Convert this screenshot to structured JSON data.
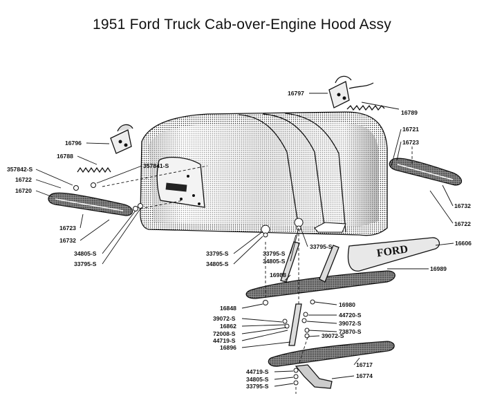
{
  "title": "1951 Ford Truck Cab-over-Engine Hood Assy",
  "parts": [
    {
      "id": "p16797",
      "label": "16797"
    },
    {
      "id": "p16789",
      "label": "16789"
    },
    {
      "id": "p16721",
      "label": "16721"
    },
    {
      "id": "p16723r",
      "label": "16723"
    },
    {
      "id": "p16732r",
      "label": "16732"
    },
    {
      "id": "p16722r",
      "label": "16722"
    },
    {
      "id": "p16606",
      "label": "16606"
    },
    {
      "id": "p16989",
      "label": "16989"
    },
    {
      "id": "p16796",
      "label": "16796"
    },
    {
      "id": "p16788",
      "label": "16788"
    },
    {
      "id": "p357842",
      "label": "357842-S"
    },
    {
      "id": "p357841",
      "label": "357841-S"
    },
    {
      "id": "p16722l",
      "label": "16722"
    },
    {
      "id": "p16720",
      "label": "16720"
    },
    {
      "id": "p16723l",
      "label": "16723"
    },
    {
      "id": "p16732l",
      "label": "16732"
    },
    {
      "id": "p34805l",
      "label": "34805-S"
    },
    {
      "id": "p33795l",
      "label": "33795-S"
    },
    {
      "id": "p33795a",
      "label": "33795-S"
    },
    {
      "id": "p34805a",
      "label": "34805-S"
    },
    {
      "id": "p33795b",
      "label": "33795-S"
    },
    {
      "id": "p33795c",
      "label": "33795-S"
    },
    {
      "id": "p34805b",
      "label": "34805-S"
    },
    {
      "id": "p16988",
      "label": "16988"
    },
    {
      "id": "p16848",
      "label": "16848"
    },
    {
      "id": "p39072a",
      "label": "39072-S"
    },
    {
      "id": "p16862",
      "label": "16862"
    },
    {
      "id": "p72008",
      "label": "72008-S"
    },
    {
      "id": "p44719a",
      "label": "44719-S"
    },
    {
      "id": "p16896",
      "label": "16896"
    },
    {
      "id": "p16980",
      "label": "16980"
    },
    {
      "id": "p44720",
      "label": "44720-S"
    },
    {
      "id": "p39072b",
      "label": "39072-S"
    },
    {
      "id": "p73870",
      "label": "73870-S"
    },
    {
      "id": "p39072c",
      "label": "39072-S"
    },
    {
      "id": "p16717",
      "label": "16717"
    },
    {
      "id": "p44719b",
      "label": "44719-S"
    },
    {
      "id": "p34805c",
      "label": "34805-S"
    },
    {
      "id": "p33795d",
      "label": "33795-S"
    },
    {
      "id": "p16774",
      "label": "16774"
    }
  ],
  "emblem_text": "FORD"
}
